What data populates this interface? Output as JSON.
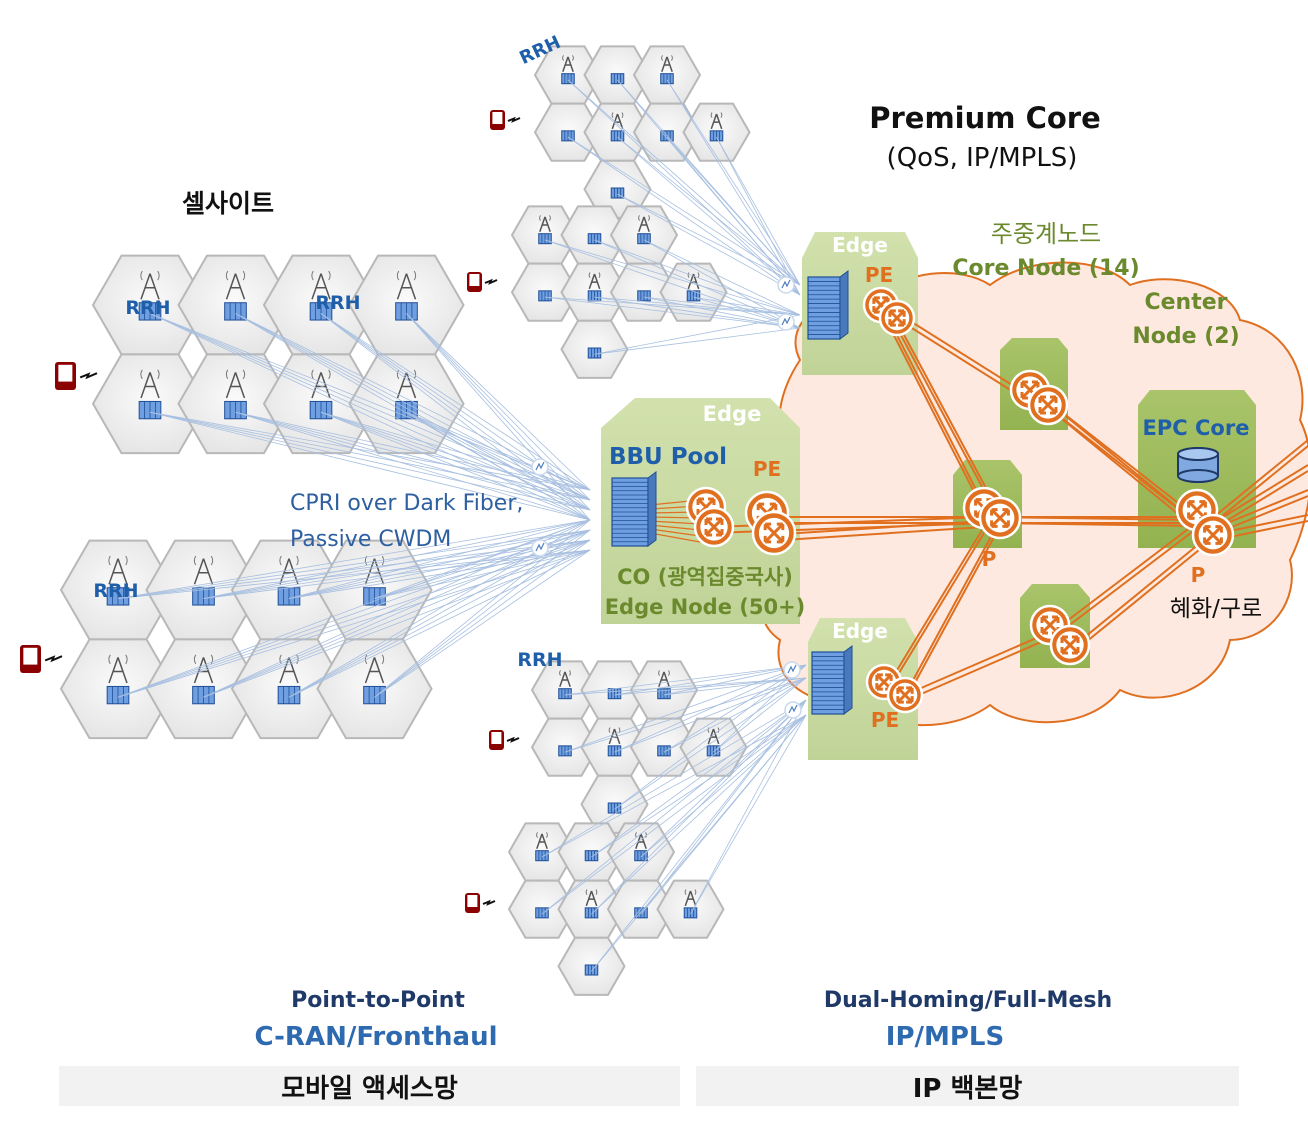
{
  "labels": {
    "premium_title": "Premium Core",
    "premium_sub": "(QoS, IP/MPLS)",
    "cell_site": "셀사이트",
    "rrh": "RRH",
    "core_node_ko": "주중계노드",
    "core_node_en": "Core Node (14)",
    "center_l1": "Center",
    "center_l2": "Node (2)",
    "edge": "Edge",
    "pe": "PE",
    "p": "P",
    "bbu_pool": "BBU Pool",
    "epc_core": "EPC Core",
    "hyehwa": "혜화/구로",
    "cpri_l1": "CPRI over Dark Fiber,",
    "cpri_l2": "Passive CWDM",
    "co_l1": "CO (광역집중국사)",
    "co_l2": "Edge Node (50+)",
    "p2p": "Point-to-Point",
    "cran": "C-RAN/Fronthaul",
    "dual": "Dual-Homing/Full-Mesh",
    "ipmpls": "IP/MPLS"
  },
  "footer": {
    "left": "모바일 액세스망",
    "right": "IP 백본망"
  },
  "colors": {
    "orange": "#e07020",
    "edge_green": "#c3d69b",
    "core_green": "#9bbb59",
    "text_green": "#6b8a2e",
    "rrh_blue": "#1f5faa",
    "navy": "#1f3a68",
    "cloud_fill": "#fde9df"
  }
}
